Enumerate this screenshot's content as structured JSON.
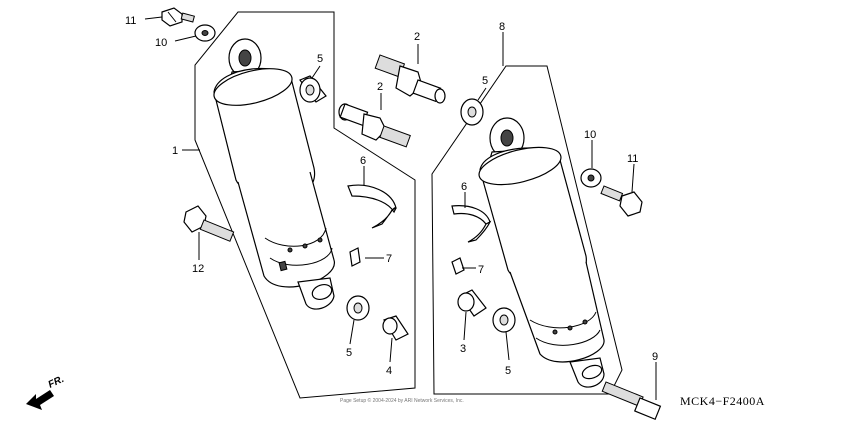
{
  "callouts": [
    "1",
    "2",
    "2",
    "3",
    "4",
    "5",
    "5",
    "5",
    "5",
    "6",
    "6",
    "7",
    "7",
    "8",
    "9",
    "10",
    "10",
    "11",
    "11",
    "12"
  ],
  "diagram_code": "MCK4−F2400A",
  "direction_label": "FR.",
  "copyright": "Page Setup  © 2004-2024 by ARI Network Services, Inc."
}
